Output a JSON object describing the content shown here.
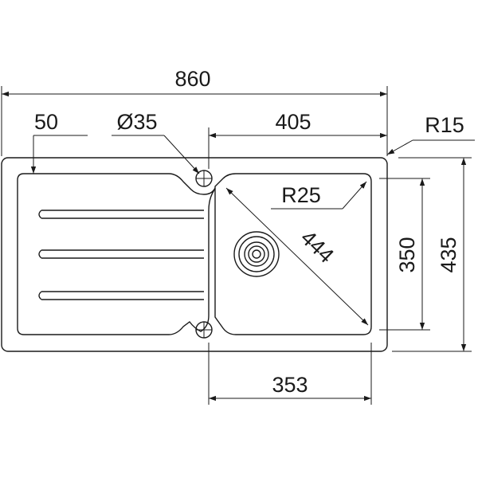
{
  "dimensions": {
    "overall_width": "860",
    "drainer_offset": "50",
    "hole_diameter": "Ø35",
    "bowl_offset": "405",
    "corner_radius_outer": "R15",
    "bowl_radius": "R25",
    "bowl_diagonal": "444",
    "bowl_height": "350",
    "overall_depth": "435",
    "bowl_width": "353"
  }
}
